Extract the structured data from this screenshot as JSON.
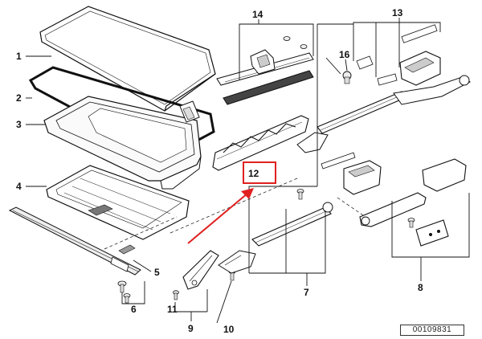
{
  "callouts": {
    "c1": "1",
    "c2": "2",
    "c3": "3",
    "c4": "4",
    "c5": "5",
    "c6": "6",
    "c7": "7",
    "c8": "8",
    "c9": "9",
    "c10": "10",
    "c11": "11",
    "c12": "12",
    "c13": "13",
    "c14": "14",
    "c16": "16"
  },
  "reference_code": "00109831",
  "highlight": {
    "color": "#e02020"
  }
}
